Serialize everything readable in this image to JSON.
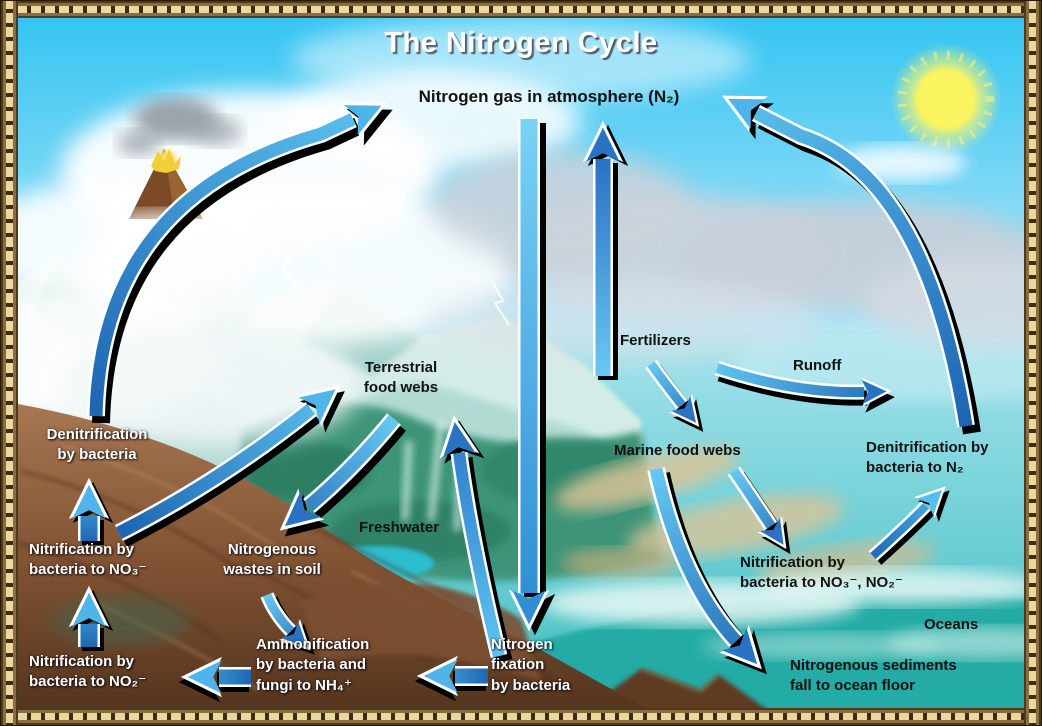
{
  "title": "The Nitrogen Cycle",
  "labels": {
    "atmosphere": "Nitrogen gas in atmosphere (N₂)",
    "denitrification_land": "Denitrification\nby bacteria",
    "nitrification_no3": "Nitrification by\nbacteria to NO₃⁻",
    "nitrogenous_wastes": "Nitrogenous\nwastes in soil",
    "nitrification_no2": "Nitrification by\nbacteria to NO₂⁻",
    "ammonification": "Ammonification\nby bacteria and\nfungi to NH₄⁺",
    "nitrogen_fixation": "Nitrogen\nfixation\nby bacteria",
    "freshwater": "Freshwater",
    "terrestrial_food_webs": "Terrestrial\nfood webs",
    "fertilizers": "Fertilizers",
    "runoff": "Runoff",
    "marine_food_webs": "Marine food webs",
    "denitrification_n2": "Denitrification by\nbacteria to N₂",
    "nitrification_marine": "Nitrification by\nbacteria to NO₃⁻, NO₂⁻",
    "oceans": "Oceans",
    "sediments": "Nitrogenous sediments\nfall to ocean floor"
  },
  "flows": [
    {
      "from": "Denitrification by bacteria (land)",
      "to": "Nitrogen gas in atmosphere (N₂)"
    },
    {
      "from": "Nitrogen gas in atmosphere (N₂)",
      "to": "Nitrogen fixation by bacteria"
    },
    {
      "from": "Land / ocean surface",
      "to": "Nitrogen gas in atmosphere (N₂)"
    },
    {
      "from": "Denitrification by bacteria to N₂ (ocean)",
      "to": "Nitrogen gas in atmosphere (N₂)"
    },
    {
      "from": "Nitrification by bacteria to NO₃⁻ (soil)",
      "to": "Terrestrial food webs"
    },
    {
      "from": "Terrestrial food webs",
      "to": "Nitrogenous wastes in soil"
    },
    {
      "from": "Nitrogen fixation by bacteria (freshwater)",
      "to": "Terrestrial food webs"
    },
    {
      "from": "Fertilizers",
      "to": "Marine food webs"
    },
    {
      "from": "Fertilizers",
      "to": "Oceans (runoff)"
    },
    {
      "from": "Marine food webs",
      "to": "Nitrification by bacteria to NO₃⁻, NO₂⁻"
    },
    {
      "from": "Marine food webs",
      "to": "Nitrogenous sediments fall to ocean floor"
    },
    {
      "from": "Nitrification by bacteria to NO₃⁻, NO₂⁻",
      "to": "Denitrification by bacteria to N₂"
    },
    {
      "from": "Nitrification by bacteria to NO₂⁻",
      "to": "Nitrification by bacteria to NO₃⁻"
    },
    {
      "from": "Nitrification by bacteria to NO₃⁻",
      "to": "Denitrification by bacteria"
    },
    {
      "from": "Ammonification by bacteria and fungi to NH₄⁺",
      "to": "Nitrification by bacteria to NO₂⁻"
    },
    {
      "from": "Nitrogen fixation by bacteria",
      "to": "Ammonification by bacteria and fungi to NH₄⁺"
    },
    {
      "from": "Nitrogenous wastes in soil",
      "to": "Ammonification by bacteria and fungi to NH₄⁺"
    }
  ],
  "palette": {
    "arrow_blue_light": "#5ec4f0",
    "arrow_blue_dark": "#1d64b2",
    "sky": "#2ec3f2",
    "ocean": "#3fbcbe",
    "soil": "#7c4f30",
    "forest": "#3c9478",
    "sun": "#f9f45f",
    "frame": "#8d6c3c",
    "frame_links": "#e9d8a2"
  }
}
